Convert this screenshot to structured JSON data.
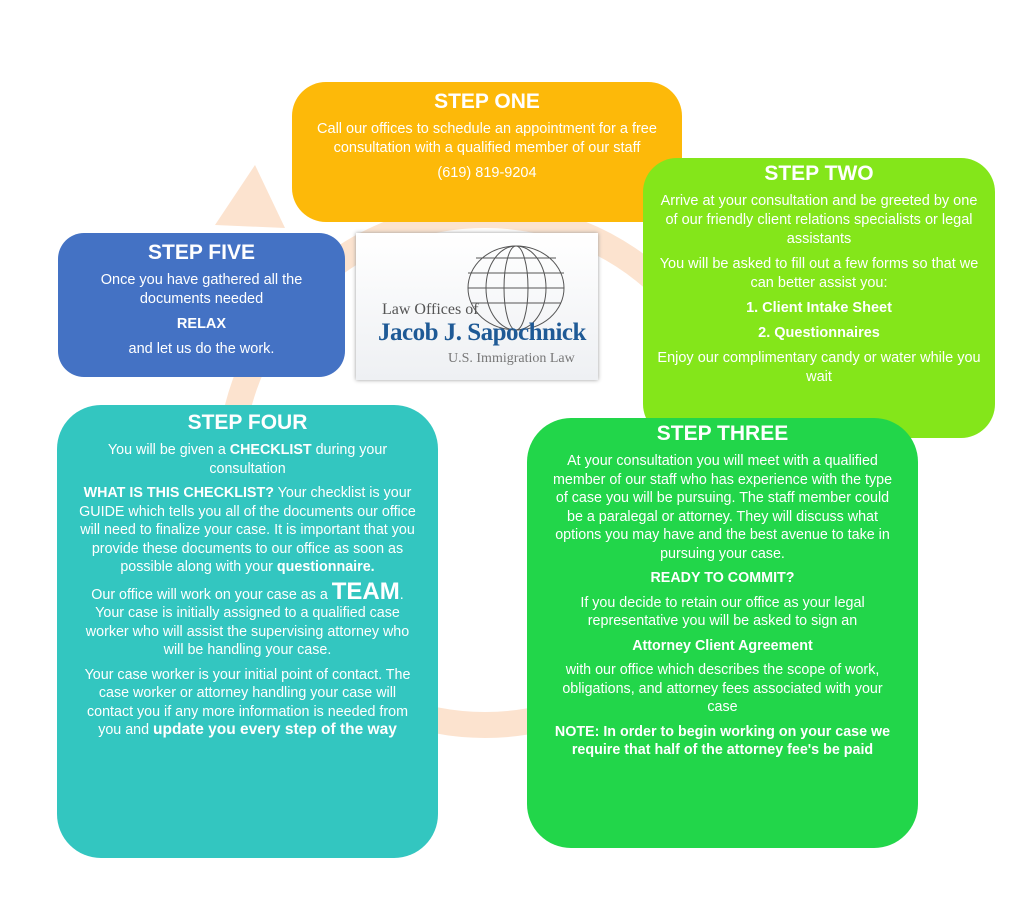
{
  "colors": {
    "step1": "#FDB909",
    "step2": "#84E61A",
    "step3": "#22D64A",
    "step4": "#33C6C0",
    "step5": "#4472C4",
    "arrow": "#FCE3CF"
  },
  "step1": {
    "title": "STEP ONE",
    "p1": "Call our offices to schedule an appointment for a free consultation with a qualified member of our staff",
    "phone": "(619) 819-9204"
  },
  "step2": {
    "title": "STEP TWO",
    "p1": "Arrive at your consultation and be greeted by one of our friendly client relations specialists or legal assistants",
    "p2": "You will be asked to fill out a few forms so that we can better assist you:",
    "f1": "1. Client Intake Sheet",
    "f2": "2. Questionnaires",
    "p3": "Enjoy our complimentary candy or water while you wait"
  },
  "step3": {
    "title": "STEP THREE",
    "p1": "At your consultation you will meet with a qualified member of our staff who has experience with the type of case you will be pursuing. The staff member could be a paralegal or attorney. They will discuss what options you may have and the best avenue to take in pursuing your case.",
    "h2": "READY TO COMMIT?",
    "p2": "If you decide to retain our office as your legal representative you will be asked to sign an",
    "agreement": "Attorney Client Agreement",
    "p3": "with our office which describes the scope of work, obligations, and attorney fees associated with your case",
    "note": "NOTE: In order to begin working on your case we require that half of the attorney fee's be paid"
  },
  "step4": {
    "title": "STEP FOUR",
    "p1a": "You will be given a ",
    "p1b": "CHECKLIST",
    "p1c": " during your consultation",
    "p2a": "WHAT IS THIS CHECKLIST?",
    "p2b": " Your checklist is your GUIDE which tells you all of the documents our office will need to finalize your case. It is important that you provide these documents to our office as soon as possible along with your ",
    "p2c": "questionnaire.",
    "p3a": "Our office will work on your case as a ",
    "p3b": "TEAM",
    "p3c": ". Your case is initially assigned to a qualified case worker who will assist the supervising attorney who will be handling your case.",
    "p4a": "Your case worker is your initial point of contact.  The case worker or attorney handling your case will contact you if any more information is needed from you and ",
    "p4b": "update you every step of the way"
  },
  "step5": {
    "title": "STEP FIVE",
    "p1": "Once you have gathered all the documents needed",
    "relax": "RELAX",
    "p2": "and let us do the work."
  },
  "logo": {
    "line1": "Law Offices of",
    "line2": "Jacob J. Sapochnick",
    "line3": "U.S. Immigration Law"
  }
}
